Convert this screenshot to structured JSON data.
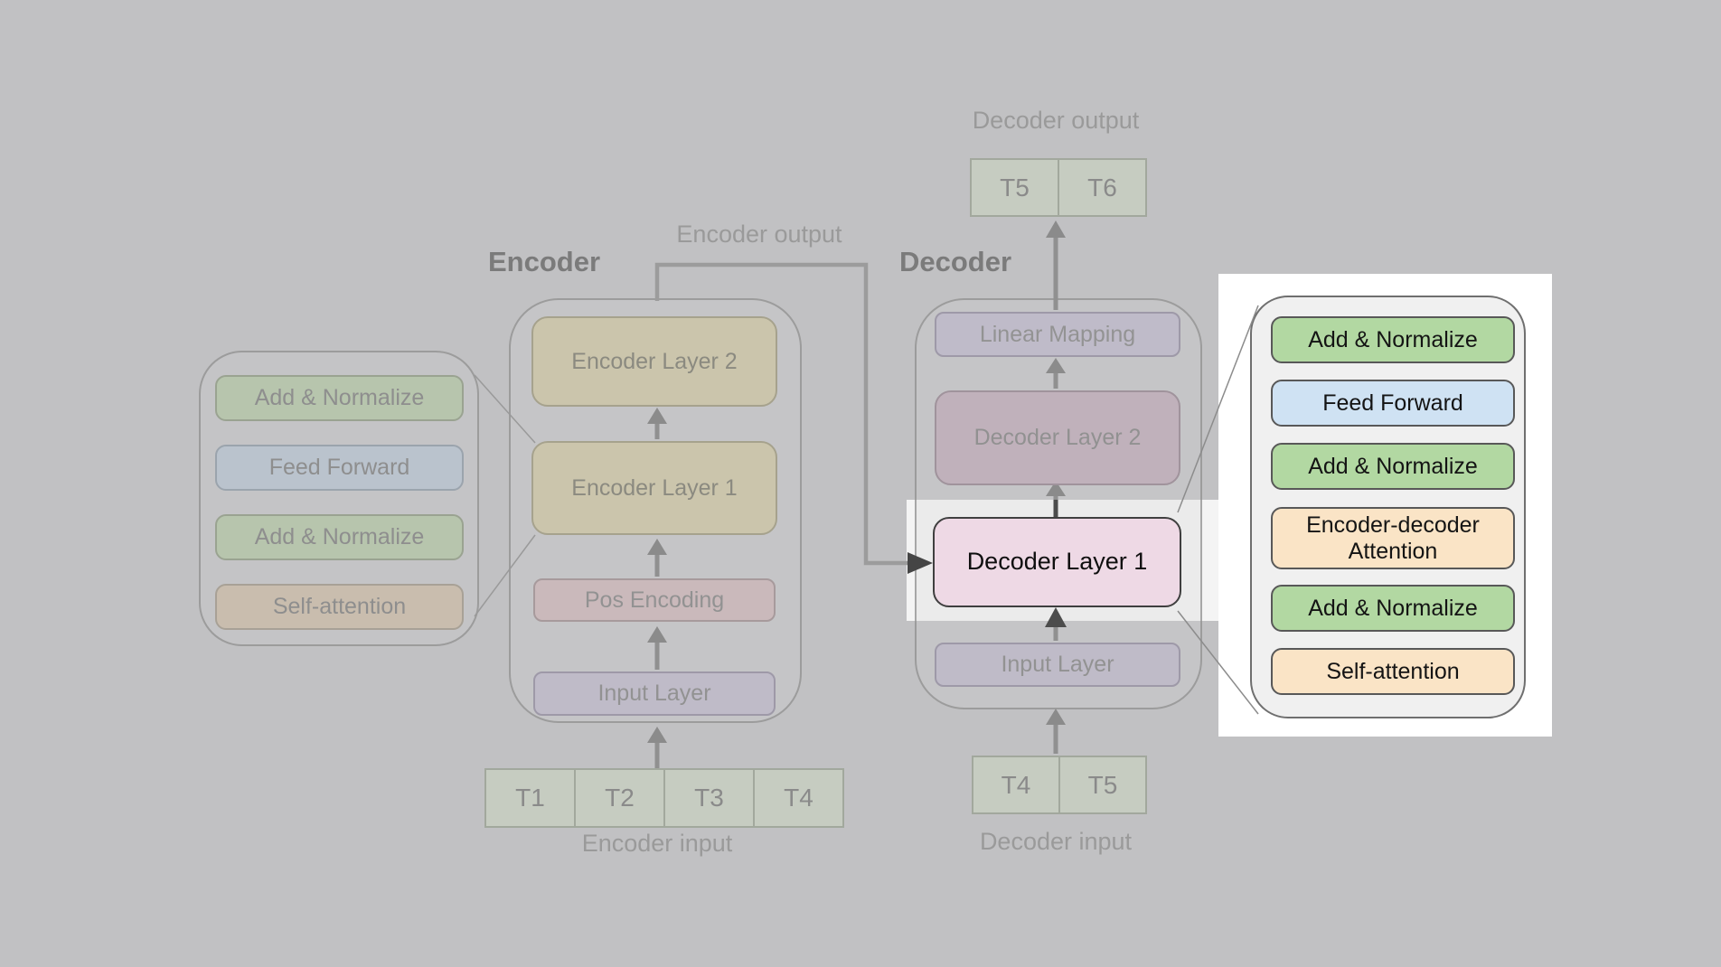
{
  "encoder": {
    "title": "Encoder",
    "output_label": "Encoder output",
    "input_label": "Encoder input",
    "layer2": "Encoder Layer 2",
    "layer1": "Encoder Layer 1",
    "pos_encoding": "Pos Encoding",
    "input_layer": "Input Layer",
    "tokens": [
      "T1",
      "T2",
      "T3",
      "T4"
    ],
    "breakout": [
      "Add & Normalize",
      "Feed Forward",
      "Add & Normalize",
      "Self-attention"
    ]
  },
  "decoder": {
    "title": "Decoder",
    "output_label": "Decoder output",
    "input_label": "Decoder input",
    "output_tokens": [
      "T5",
      "T6"
    ],
    "linear_mapping": "Linear Mapping",
    "layer2": "Decoder Layer 2",
    "layer1": "Decoder Layer 1",
    "input_layer": "Input Layer",
    "input_tokens": [
      "T4",
      "T5"
    ],
    "breakout": [
      "Add & Normalize",
      "Feed Forward",
      "Add & Normalize",
      "Encoder-decoder Attention",
      "Add & Normalize",
      "Self-attention"
    ]
  },
  "colors": {
    "page_bg": "#c1c1c3",
    "highlight_panel": "#ffffff",
    "highlight_pink": "#eed9e5",
    "green": "#b2d8a2",
    "blue": "#cfe2f3",
    "peach": "#fae4c6",
    "dimmed_text": "#8e8e8e"
  }
}
